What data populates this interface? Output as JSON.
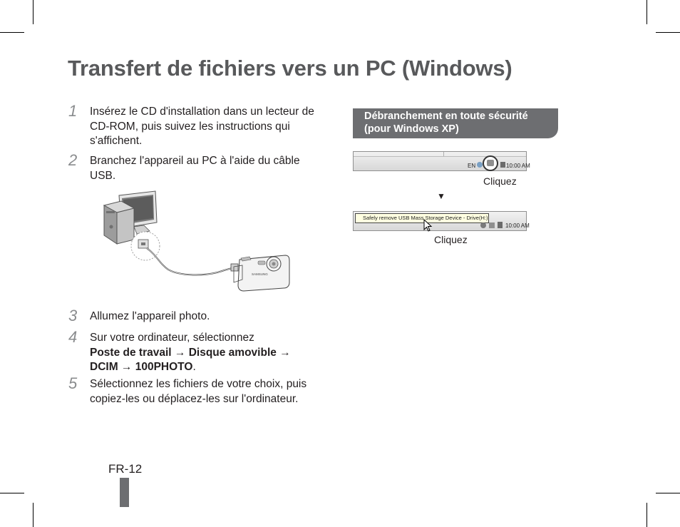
{
  "title": "Transfert de fichiers vers un PC (Windows)",
  "steps": [
    {
      "num": "1",
      "text": "Insérez le CD d'installation dans un lecteur de CD-ROM, puis suivez les instructions qui s'affichent."
    },
    {
      "num": "2",
      "text": "Branchez l'appareil au PC à l'aide du câble USB."
    },
    {
      "num": "3",
      "text": "Allumez l'appareil photo."
    },
    {
      "num": "4",
      "text": "Sur votre ordinateur, sélectionnez",
      "path": {
        "p1": "Poste de travail",
        "arrow1": " → ",
        "p2": "Disque amovible",
        "arrow2": " → ",
        "p3": "DCIM",
        "arrow3": " → ",
        "p4": "100PHOTO",
        "end": "."
      }
    },
    {
      "num": "5",
      "text": "Sélectionnez les fichiers de votre choix, puis copiez-les ou déplacez-les sur l'ordinateur."
    }
  ],
  "illustration": {
    "camera_brand": "SAMSUNG"
  },
  "section": {
    "header": "Débranchement en toute sécurité (pour Windows XP)",
    "taskbar1": {
      "lang": "EN",
      "clock": "10:00 AM"
    },
    "caption1": "Cliquez",
    "arrow": "▼",
    "taskbar2": {
      "tooltip": "Safely remove USB Mass Storage Device - Drive(H:)",
      "clock": "10:00 AM"
    },
    "caption2": "Cliquez"
  },
  "footer": {
    "page_number": "FR-12"
  },
  "colors": {
    "title": "#58595b",
    "header_bg": "#6d6e71",
    "step_number": "#8a8c8e"
  }
}
